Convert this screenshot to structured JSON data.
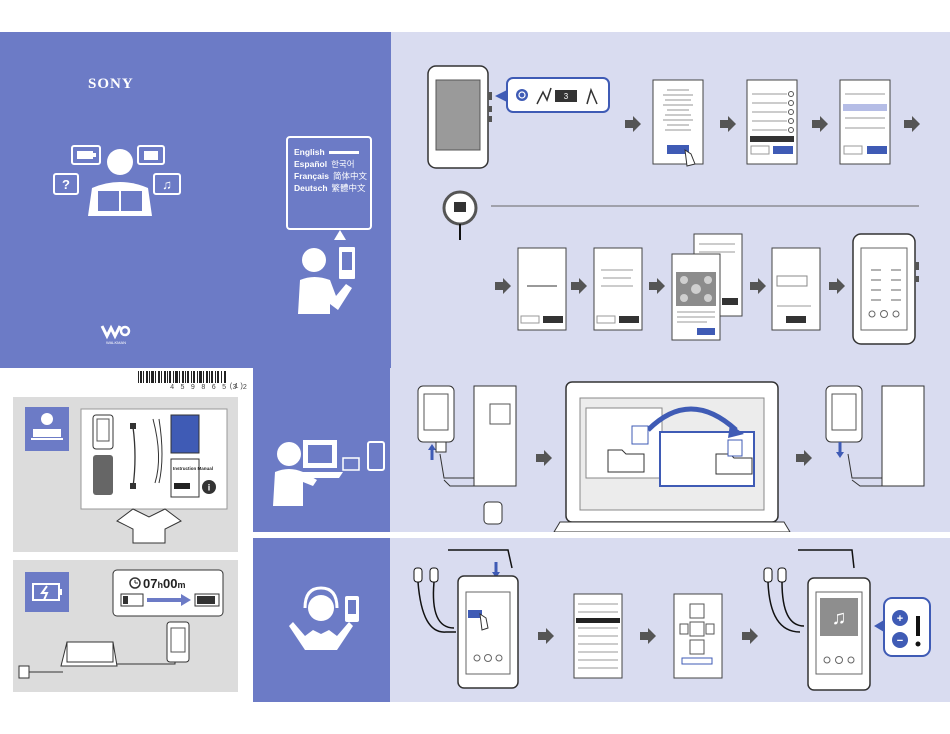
{
  "brand": {
    "name": "SONY",
    "product_logo": "WALKMAN"
  },
  "languages": [
    {
      "left": "English",
      "right": ""
    },
    {
      "left": "Español",
      "right": "한국어"
    },
    {
      "left": "Français",
      "right": "简体中文"
    },
    {
      "left": "Deutsch",
      "right": "繁體中文"
    }
  ],
  "barcode": {
    "number": "4 5 9 8 6 5 3 2 1",
    "suffix": "(1)"
  },
  "package": {
    "manual_title": "Instruction Manual",
    "info_icon": "info-icon"
  },
  "charging": {
    "time_hours": "07",
    "hour_unit": "h",
    "time_minutes": "00",
    "minute_unit": "m"
  },
  "colors": {
    "accent_dark": "#6c7bc6",
    "accent_light": "#d9dcf0",
    "grey_panel": "#dcdcdc",
    "blue_line": "#3f5bb5"
  },
  "icons": [
    "question-icon",
    "battery-icon",
    "toolbox-icon",
    "music-note-icon",
    "power-icon",
    "clock-icon",
    "plus-icon",
    "minus-icon",
    "volume-icon"
  ],
  "steps": {
    "power_hint_number": "3"
  }
}
